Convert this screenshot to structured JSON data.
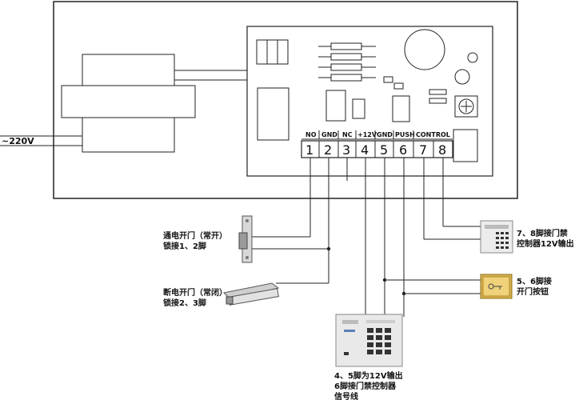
{
  "mains_label": "~220V",
  "terminals": [
    {
      "group": "NO",
      "number": "1"
    },
    {
      "group": "GND",
      "number": "2"
    },
    {
      "group": "NC",
      "number": "3"
    },
    {
      "group": "+12V",
      "number": "4"
    },
    {
      "group": "GND",
      "number": "5"
    },
    {
      "group": "PUSH",
      "number": "6"
    },
    {
      "group": "CONTROL",
      "number": "7"
    },
    {
      "group": "",
      "number": "8"
    }
  ],
  "lock_no": {
    "line1": "通电开门（常开）",
    "line2": "锁接1、2脚"
  },
  "lock_nc": {
    "line1": "断电开门（常闭）",
    "line2": "锁接2、3脚"
  },
  "controller_right": {
    "line1": "7、8脚接门禁",
    "line2": "控制器12V输出"
  },
  "exit_button": {
    "line1": "5、6脚接",
    "line2": "开门按钮"
  },
  "keypad_bottom": {
    "line1": "4、5脚为12V输出",
    "line2": "6脚接门禁控制器",
    "line3": "信号线"
  }
}
